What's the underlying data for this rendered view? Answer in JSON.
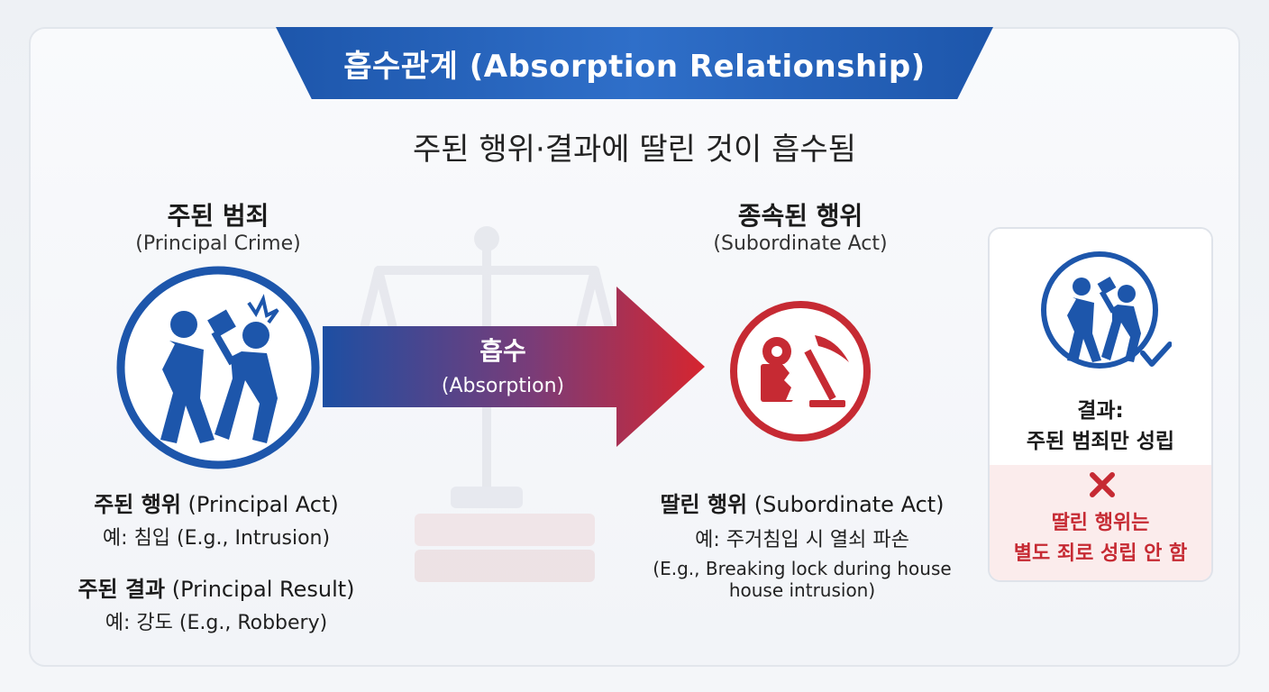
{
  "title": "흡수관계 (Absorption Relationship)",
  "subtitle": "주된 행위·결과에 딸린 것이 흡수됨",
  "principal": {
    "heading": "주된 범죄",
    "heading_en": "(Principal Crime)",
    "icon": "fighting-people-icon",
    "act_label": "주된 행위",
    "act_label_en": "(Principal Act)",
    "act_example": "예: 침입 (E.g., Intrusion)",
    "result_label": "주된 결과",
    "result_label_en": "(Principal Result)",
    "result_example": "예: 강도 (E.g., Robbery)"
  },
  "arrow": {
    "label": "흡수",
    "label_en": "(Absorption)"
  },
  "subordinate": {
    "heading": "종속된 행위",
    "heading_en": "(Subordinate Act)",
    "icon": "broken-key-pickaxe-icon",
    "act_label": "딸린 행위",
    "act_label_en": "(Subordinate Act)",
    "example_ko": "예: 주거침입 시 열쇠 파손",
    "example_en_1": "(E.g., Breaking lock during house",
    "example_en_2": "house intrusion)"
  },
  "result": {
    "icon": "fighting-people-check-icon",
    "title_1": "결과:",
    "title_2": "주된 범죄만 성립",
    "x_icon": "x-mark-icon",
    "neg_1": "딸린 행위는",
    "neg_2": "별도 죄로 성립 안 함"
  },
  "colors": {
    "blue": "#1d56ab",
    "red": "#c62a33"
  }
}
